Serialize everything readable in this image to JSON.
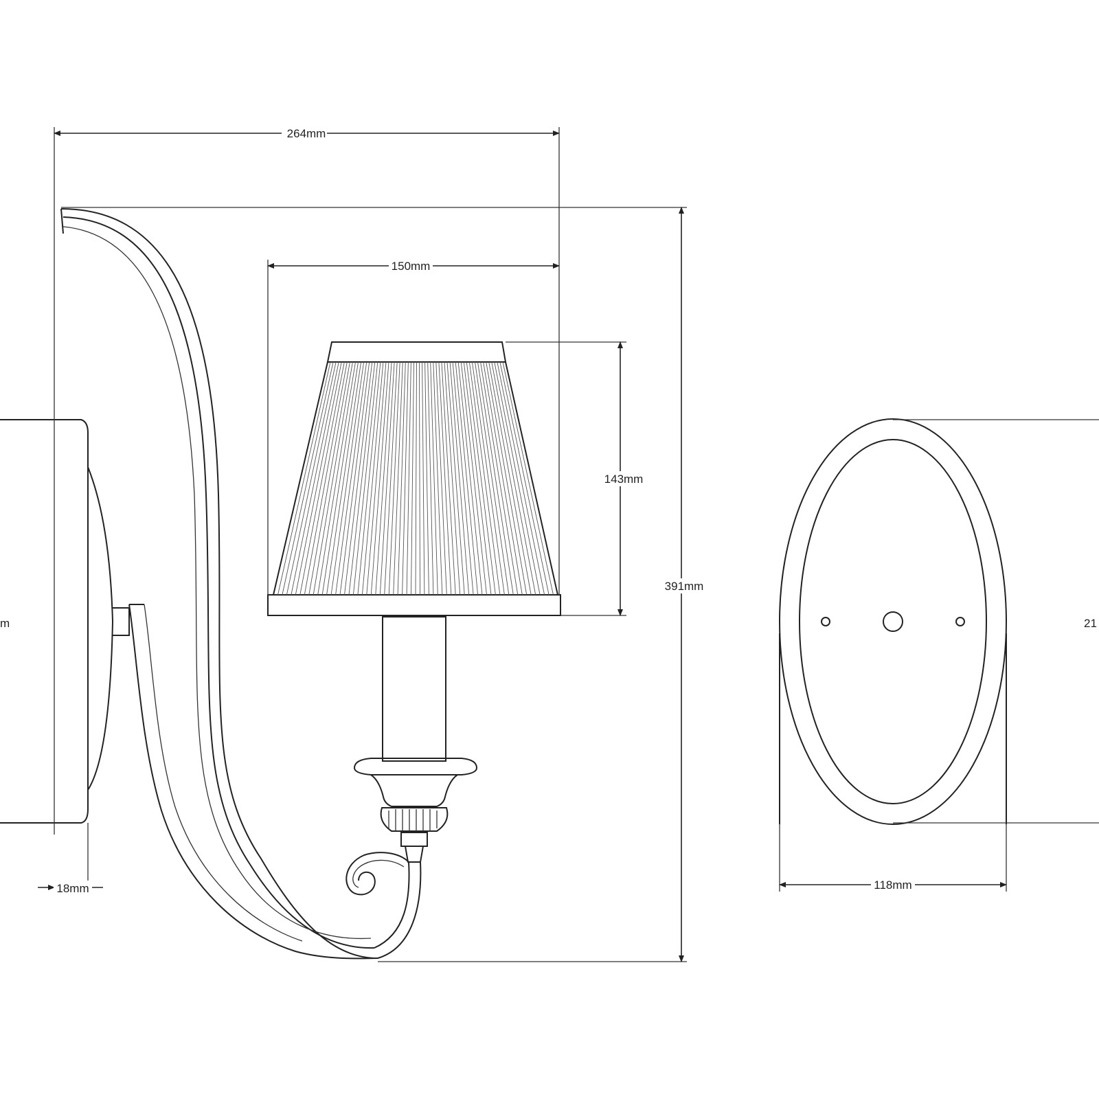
{
  "dimensions": {
    "overall_width": "264mm",
    "shade_width": "150mm",
    "shade_height": "143mm",
    "overall_height": "391mm",
    "backplate_depth": "18mm",
    "backplate_width": "118mm",
    "left_edge_partial": "m",
    "right_edge_partial": "21"
  }
}
